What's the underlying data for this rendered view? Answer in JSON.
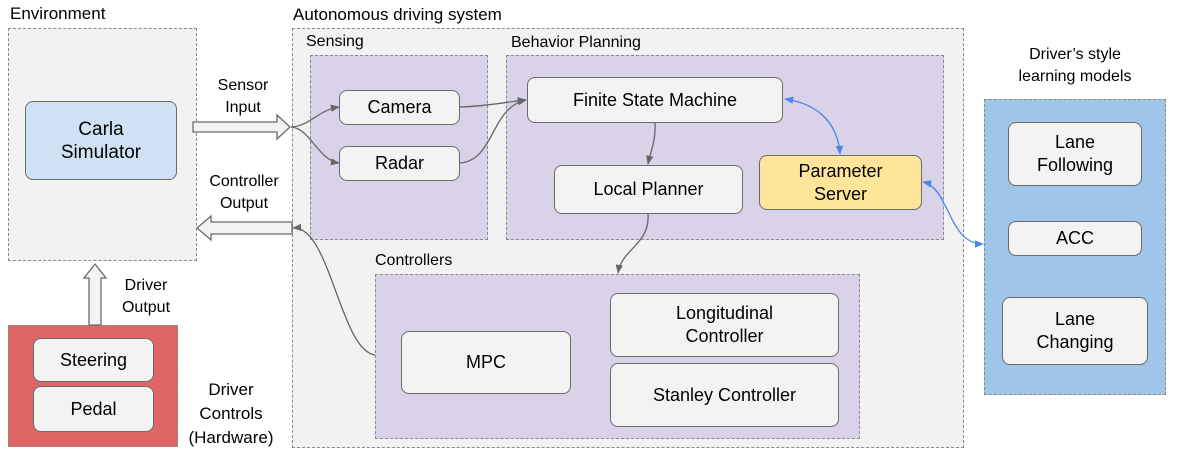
{
  "environment": {
    "title": "Environment",
    "carla": "Carla\nSimulator"
  },
  "ads": {
    "title": "Autonomous driving system",
    "sensing": {
      "title": "Sensing",
      "camera": "Camera",
      "radar": "Radar"
    },
    "behavior": {
      "title": "Behavior Planning",
      "fsm": "Finite State Machine",
      "local_planner": "Local Planner",
      "param_server": "Parameter\nServer"
    },
    "controllers": {
      "title": "Controllers",
      "mpc": "MPC",
      "longitudinal": "Longitudinal\nController",
      "stanley": "Stanley Controller"
    }
  },
  "style_models": {
    "title": "Driver’s style\nlearning models",
    "lane_following": "Lane\nFollowing",
    "acc": "ACC",
    "lane_changing": "Lane\nChanging"
  },
  "hardware": {
    "steering": "Steering",
    "pedal": "Pedal",
    "label": "Driver\nControls\n(Hardware)"
  },
  "arrows": {
    "sensor_input": "Sensor\nInput",
    "controller_output": "Controller\nOutput",
    "driver_output": "Driver\nOutput"
  },
  "colors": {
    "gray_region": "#f2f2f2",
    "purple_region": "#d9d2e9",
    "blue_region": "#9fc5e8",
    "red_region": "#e06666",
    "carla_box": "#cfe2f3",
    "param_server_box": "#ffe599",
    "blue_link": "#4a86e8"
  }
}
